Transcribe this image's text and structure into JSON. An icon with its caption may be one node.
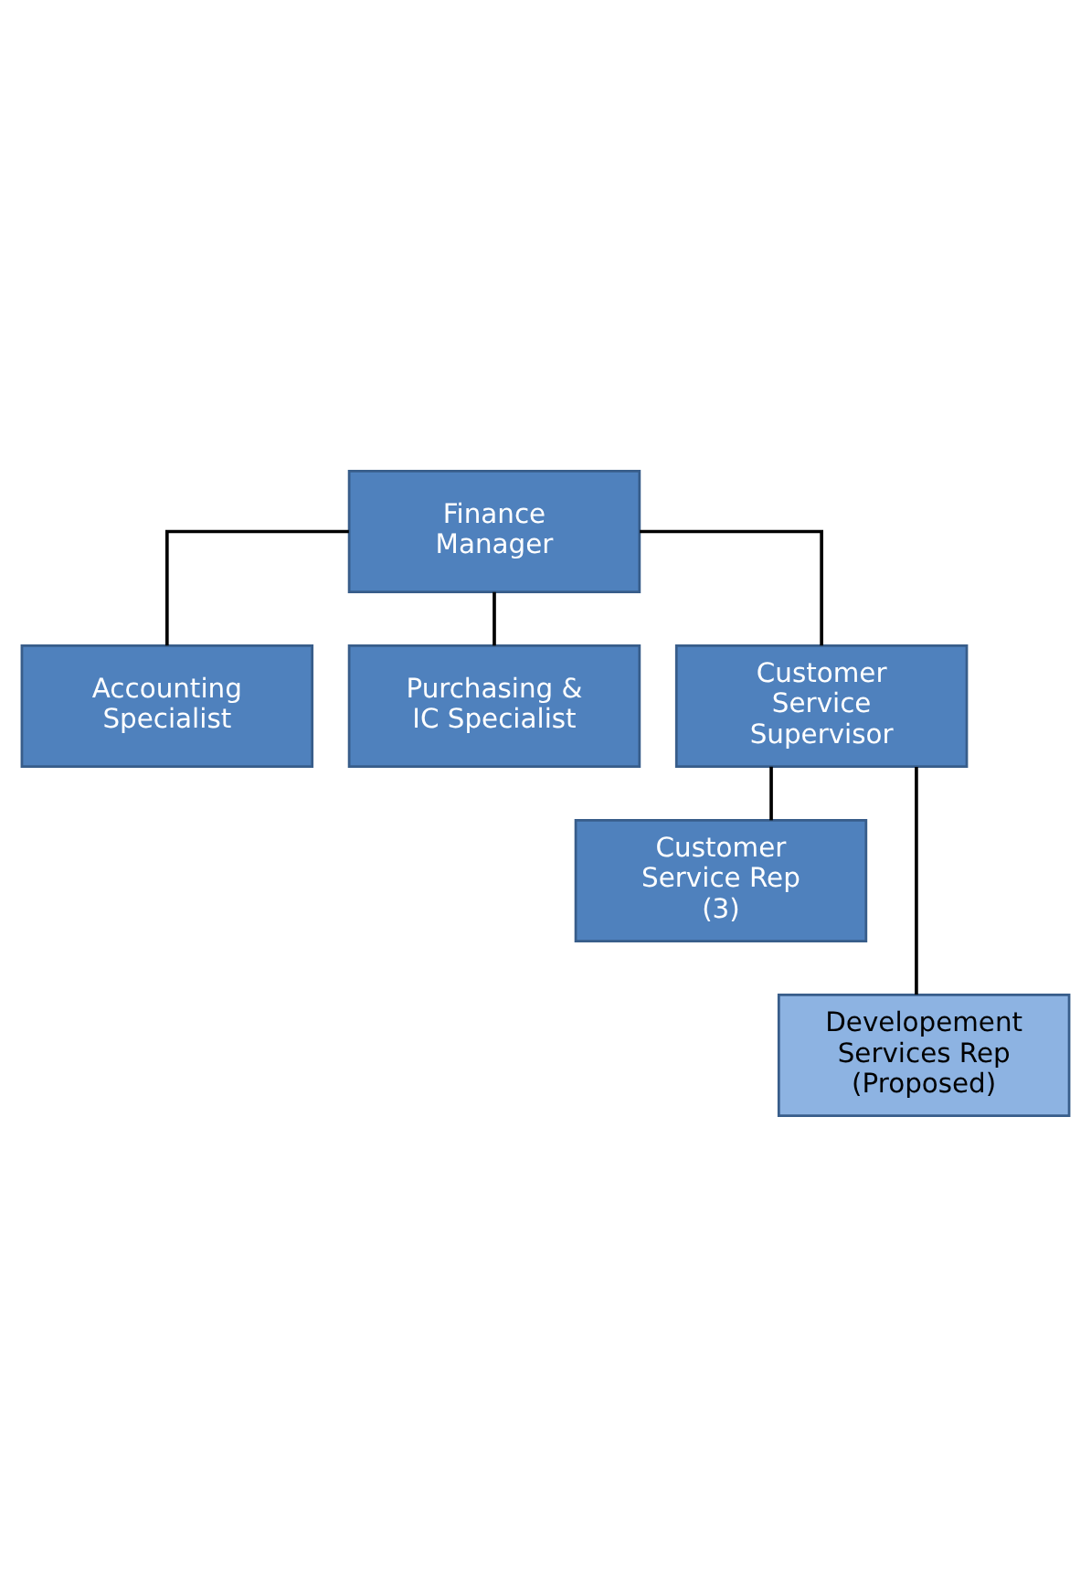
{
  "diagram": {
    "nodes": [
      {
        "text": [
          "Finance Manager"
        ]
      },
      {
        "text": [
          "Accounting Specialist"
        ]
      },
      {
        "text": [
          "Purchasing & IC Specialist"
        ]
      },
      {
        "text": [
          "Customer Service Supervisor"
        ]
      },
      {
        "text": [
          "Customer Service Rep (3)"
        ]
      },
      {
        "text": [
          "Developement Services Rep (Proposed)"
        ]
      }
    ],
    "edges": [
      {
        "from": 0,
        "to": 1,
        "arrow": "none"
      },
      {
        "from": 0,
        "to": 2,
        "arrow": "none"
      },
      {
        "from": 0,
        "to": 3,
        "arrow": "none"
      },
      {
        "from": 3,
        "to": 4,
        "arrow": "none"
      },
      {
        "from": 3,
        "to": 5,
        "arrow": "none"
      }
    ]
  }
}
